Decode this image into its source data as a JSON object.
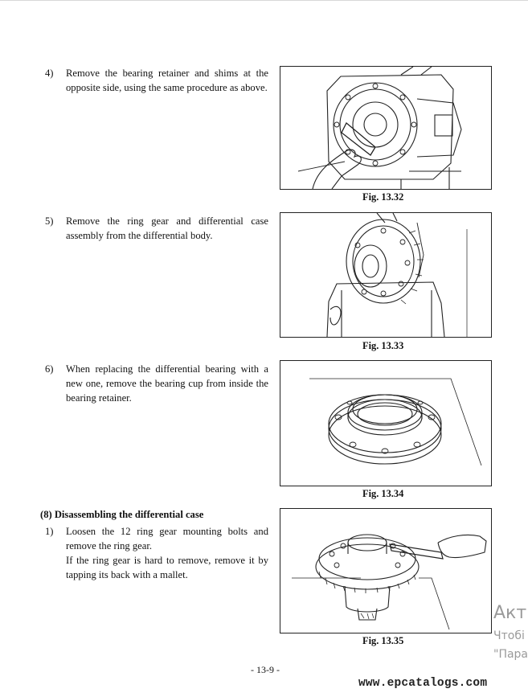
{
  "steps": [
    {
      "num": "4)",
      "lines": [
        "Remove the bearing retainer and shims at the",
        "opposite side, using the same procedure as above."
      ]
    },
    {
      "num": "5)",
      "lines": [
        "Remove the ring gear and differential case",
        "assembly from the differential body."
      ]
    },
    {
      "num": "6)",
      "lines": [
        "When replacing the differential bearing with a",
        "new one, remove the bearing cup from inside the",
        "bearing retainer."
      ]
    }
  ],
  "section": {
    "heading": "(8)  Disassembling the differential case",
    "step_num": "1)",
    "lines": [
      "Loosen the 12 ring gear mounting bolts and",
      "remove the ring gear.",
      "If the ring gear is hard to remove, remove it by",
      "tapping its back with a mallet."
    ]
  },
  "figures": [
    {
      "caption": "Fig.  13.32"
    },
    {
      "caption": "Fig.  13.33"
    },
    {
      "caption": "Fig.  13.34"
    },
    {
      "caption": "Fig.  13.35"
    }
  ],
  "page_number": "- 13-9 -",
  "watermark": "www.epcatalogs.com",
  "overlay": {
    "line1": "Акті",
    "line2": "Чтобі",
    "line3": "\"Пара"
  }
}
